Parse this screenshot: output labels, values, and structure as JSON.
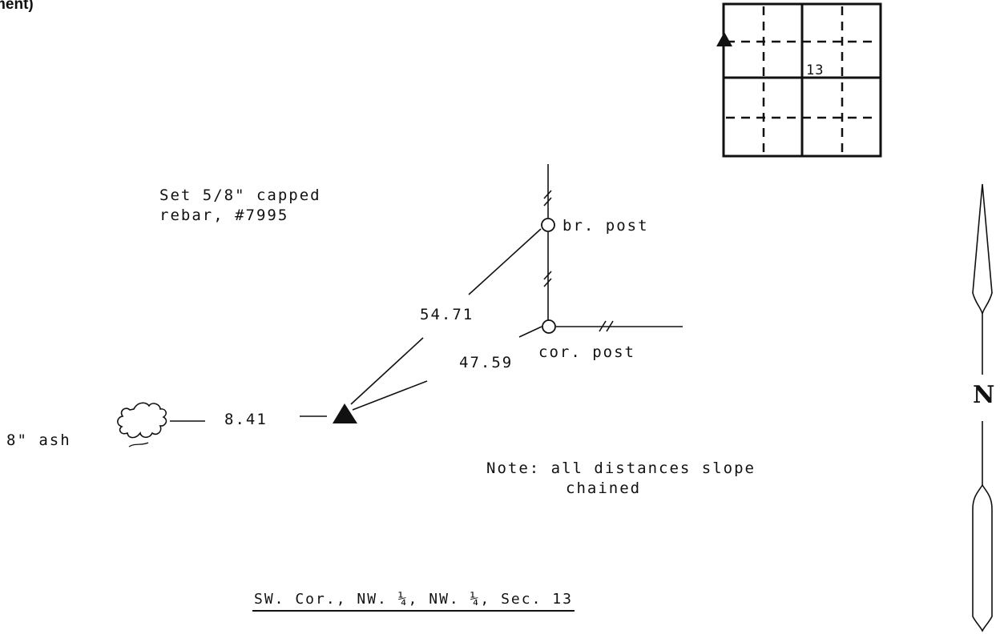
{
  "header_fragment": "ment)",
  "section_map": {
    "section_number": "13"
  },
  "monument": {
    "label_line1": "Set 5/8\" capped",
    "label_line2": "rebar, #7995"
  },
  "bearing_objects": [
    {
      "name": "br. post",
      "distance": "54.71"
    },
    {
      "name": "cor. post",
      "distance": "47.59"
    },
    {
      "name": "8\" ash",
      "distance": "8.41"
    }
  ],
  "note": {
    "line1": "Note: all distances slope",
    "line2": "chained"
  },
  "north_arrow": {
    "letter": "N"
  },
  "title": "SW. Cor., NW. ¼, NW. ¼, Sec. 13",
  "icons": [
    "monument-triangle-icon",
    "post-circle-icon",
    "tree-icon",
    "north-arrow-icon"
  ]
}
